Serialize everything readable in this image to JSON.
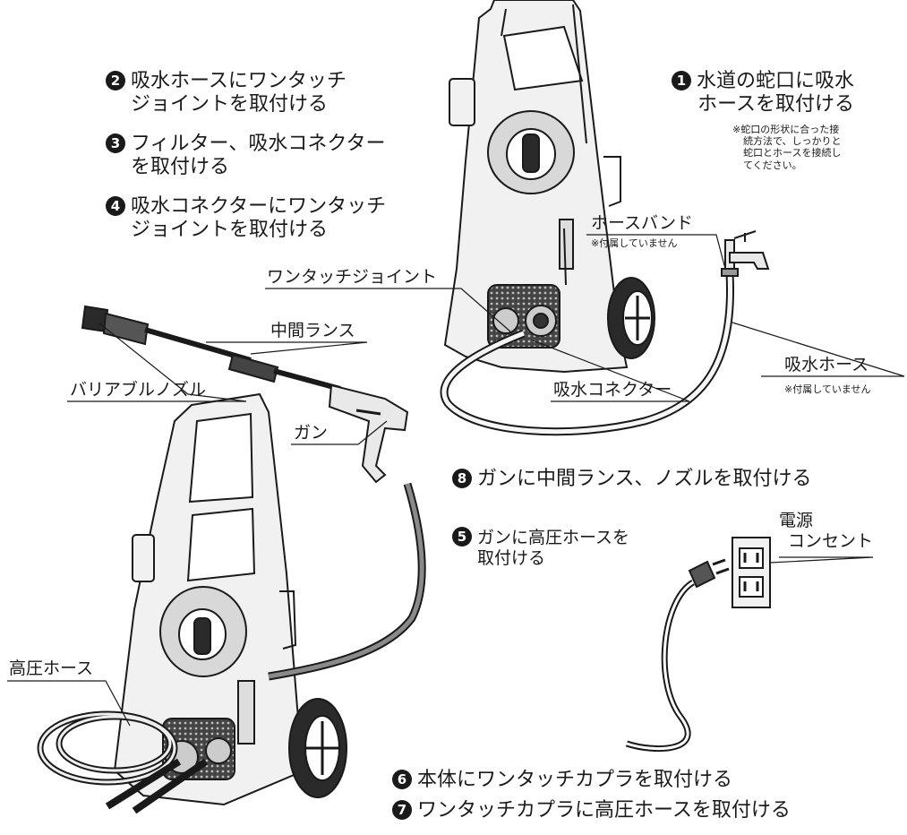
{
  "steps": {
    "s1": {
      "num": "1",
      "line1": "水道の蛇口に吸水",
      "line2": "ホースを取付ける",
      "note": [
        "※蛇口の形状に合った接",
        "続方法で、しっかりと",
        "蛇口とホースを接続し",
        "てください。"
      ]
    },
    "s2": {
      "num": "2",
      "line1": "吸水ホースにワンタッチ",
      "line2": "ジョイントを取付ける"
    },
    "s3": {
      "num": "3",
      "line1": "フィルター、吸水コネクター",
      "line2": "を取付ける"
    },
    "s4": {
      "num": "4",
      "line1": "吸水コネクターにワンタッチ",
      "line2": "ジョイントを取付ける"
    },
    "s5": {
      "num": "5",
      "line1": "ガンに高圧ホースを",
      "line2": "取付ける"
    },
    "s6": {
      "num": "6",
      "text": "本体にワンタッチカプラを取付ける"
    },
    "s7": {
      "num": "7",
      "text": "ワンタッチカプラに高圧ホースを取付ける"
    },
    "s8": {
      "num": "8",
      "text": "ガンに中間ランス、ノズルを取付ける"
    }
  },
  "labels": {
    "hose_band": "ホースバンド",
    "hose_band_note": "※付属していません",
    "one_touch_joint": "ワンタッチジョイント",
    "mid_lance": "中間ランス",
    "variable_nozzle": "バリアブルノズル",
    "gun": "ガン",
    "intake_connector": "吸水コネクター",
    "intake_hose": "吸水ホース",
    "intake_hose_note": "※付属していません",
    "outlet_line1": "電源",
    "outlet_line2": "コンセント",
    "high_pressure_hose": "高圧ホース"
  },
  "colors": {
    "ink": "#1a1a1a",
    "body_fill": "#f1f1f1",
    "dark_fill": "#3a3a3a",
    "hose": "#555555"
  }
}
